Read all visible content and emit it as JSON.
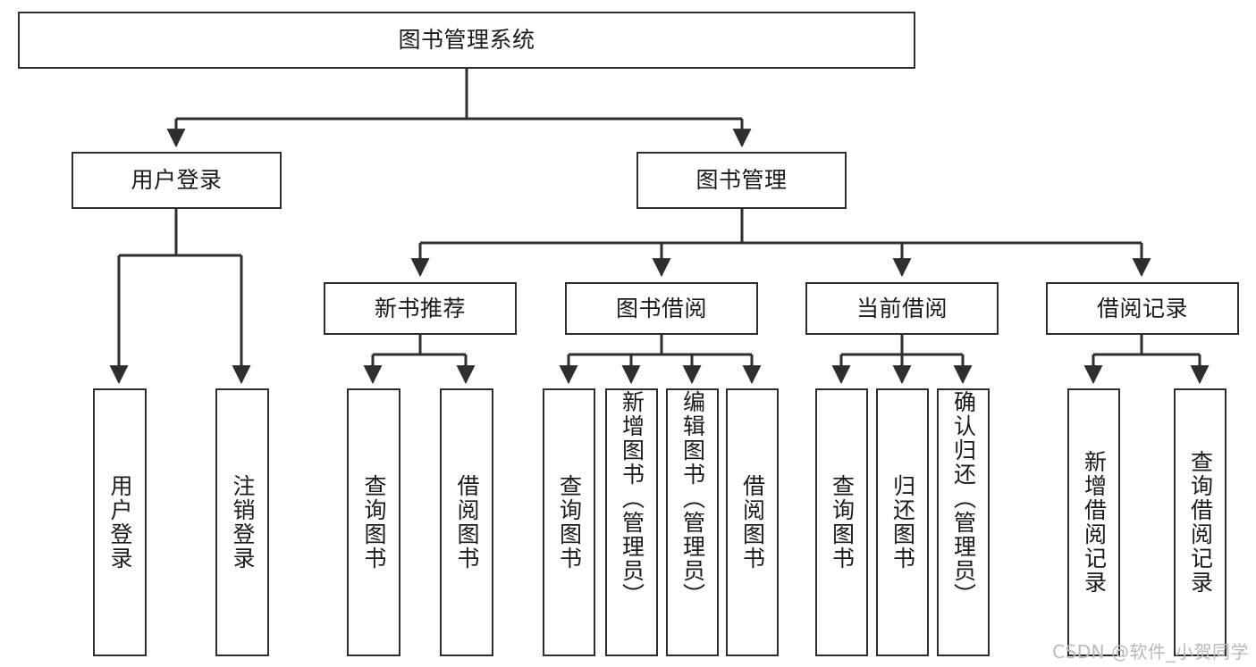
{
  "diagram": {
    "title": "图书管理系统",
    "type": "tree-hierarchy-diagram",
    "style": {
      "box_border_color": "#2e2e2e",
      "box_fill_color": "#ffffff",
      "edge_color": "#2e2e2e",
      "text_color": "#1a1a1a",
      "background": "#ffffff"
    },
    "nodes": {
      "root": {
        "label": "图书管理系统"
      },
      "level2": [
        {
          "id": "user-login",
          "label": "用户登录"
        },
        {
          "id": "book-manage",
          "label": "图书管理"
        }
      ],
      "level3": [
        {
          "id": "new-book-recommend",
          "label": "新书推荐"
        },
        {
          "id": "book-borrow",
          "label": "图书借阅"
        },
        {
          "id": "current-borrow",
          "label": "当前借阅"
        },
        {
          "id": "borrow-record",
          "label": "借阅记录"
        }
      ],
      "leaves": {
        "user-login": [
          {
            "id": "leaf-user-login",
            "label": "用户登录"
          },
          {
            "id": "leaf-user-logout",
            "label": "注销登录"
          }
        ],
        "new-book-recommend": [
          {
            "id": "leaf-query-book-1",
            "label": "查询图书"
          },
          {
            "id": "leaf-borrow-book-1",
            "label": "借阅图书"
          }
        ],
        "book-borrow": [
          {
            "id": "leaf-query-book-2",
            "label": "查询图书"
          },
          {
            "id": "leaf-add-book",
            "label": "新增图书（管理员）"
          },
          {
            "id": "leaf-edit-book",
            "label": "编辑图书（管理员）"
          },
          {
            "id": "leaf-borrow-book-2",
            "label": "借阅图书"
          }
        ],
        "current-borrow": [
          {
            "id": "leaf-query-book-3",
            "label": "查询图书"
          },
          {
            "id": "leaf-return-book",
            "label": "归还图书"
          },
          {
            "id": "leaf-confirm-return",
            "label": "确认归还（管理员）"
          }
        ],
        "borrow-record": [
          {
            "id": "leaf-add-record",
            "label": "新增借阅记录"
          },
          {
            "id": "leaf-query-record",
            "label": "查询借阅记录"
          }
        ]
      }
    }
  },
  "watermark": {
    "text": "CSDN @软件_小贺同学"
  }
}
